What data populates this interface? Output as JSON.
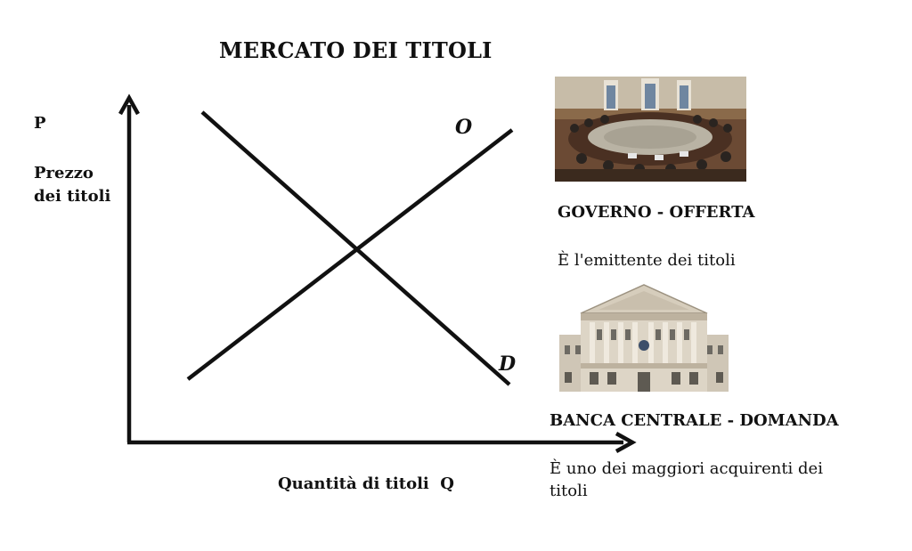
{
  "title": "MERCATO DEI TITOLI",
  "y_axis": {
    "symbol": "P",
    "label_line1": "Prezzo",
    "label_line2": "dei titoli"
  },
  "x_axis": {
    "label": "Quantità di titoli  Q"
  },
  "curves": {
    "supply_label": "O",
    "demand_label": "D"
  },
  "government": {
    "heading": "GOVERNO - OFFERTA",
    "text": "È l'emittente dei titoli",
    "photo_icon": "parliament-meeting-photo"
  },
  "central_bank": {
    "heading": "BANCA CENTRALE - DOMANDA",
    "text": "È uno dei maggiori acquirenti dei titoli",
    "photo_icon": "central-bank-building-photo"
  }
}
